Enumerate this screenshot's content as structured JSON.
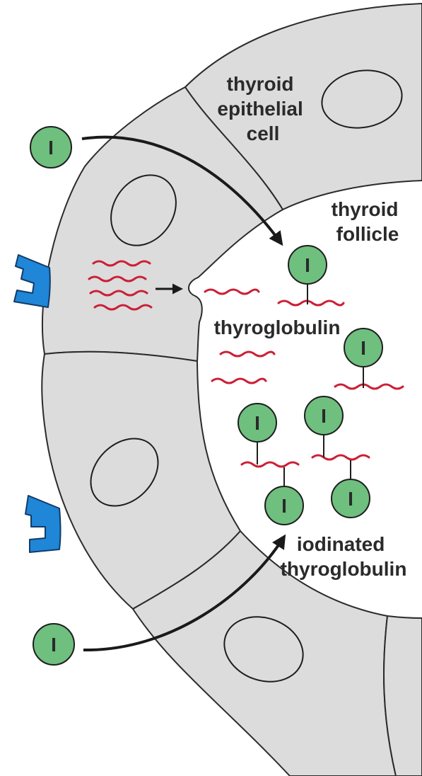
{
  "labels": {
    "epithelial_cell": [
      "thyroid",
      "epithelial",
      "cell"
    ],
    "follicle": [
      "thyroid",
      "follicle"
    ],
    "thyroglobulin": "thyroglobulin",
    "iodinated": [
      "iodinated",
      "thyroglobulin"
    ]
  },
  "iodide_symbol": "I",
  "colors": {
    "cell_fill": "#dcdcdc",
    "outline": "#2b2b2b",
    "iodide_fill": "#6fbf7f",
    "thyroglobulin": "#cc1f36",
    "receptor": "#1f86d8",
    "label_text": "#2a2a2a"
  },
  "icons": [
    "iodide-icon",
    "receptor-icon",
    "arrow-icon"
  ]
}
